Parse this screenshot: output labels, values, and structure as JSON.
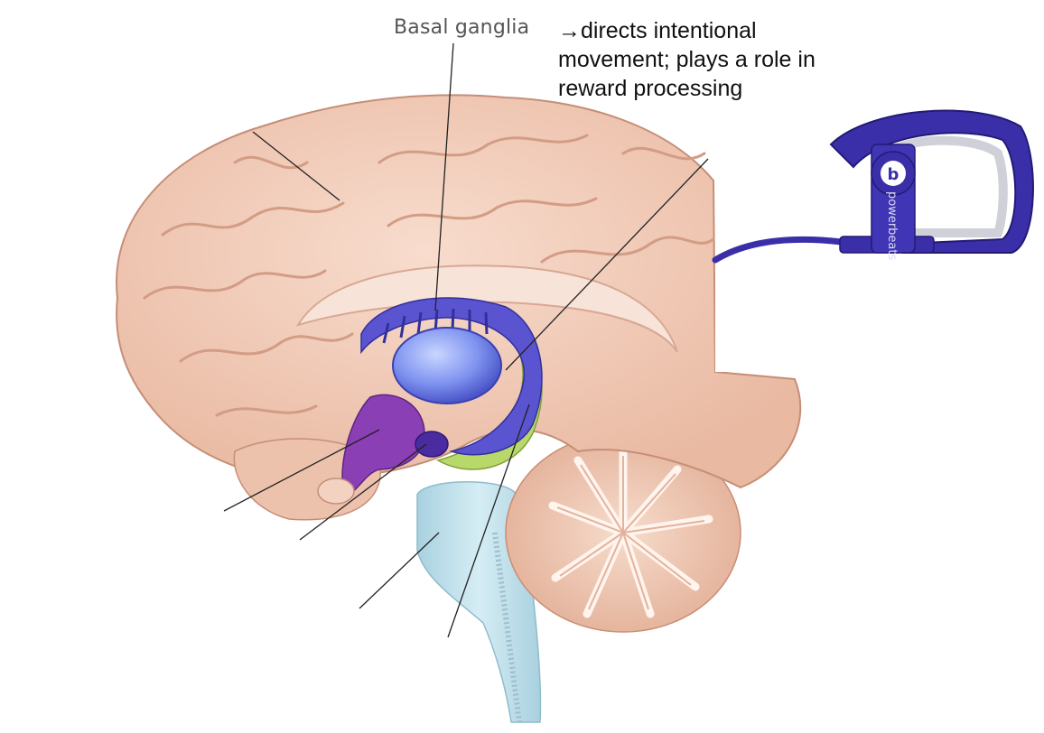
{
  "labels": {
    "basal_ganglia": "Basal ganglia"
  },
  "description": {
    "arrow": "→",
    "lines": [
      "directs intentional",
      "movement; plays a role in",
      "reward processing"
    ]
  },
  "earphone": {
    "brand_text": "powerbeats",
    "logo_letter": "b",
    "color": "#3a2fa8"
  },
  "colors": {
    "cortex": "#f1cbb8",
    "gyri_line": "#d7a894",
    "corpus_callosum": "#f7ddd0",
    "basal_ganglia_blue": "#5d6fe0",
    "limbic_purple": "#8a3fb5",
    "hippocampus_green": "#b9d86a",
    "brainstem_blue": "#bfe0ea",
    "cerebellum": "#efc9b5"
  }
}
